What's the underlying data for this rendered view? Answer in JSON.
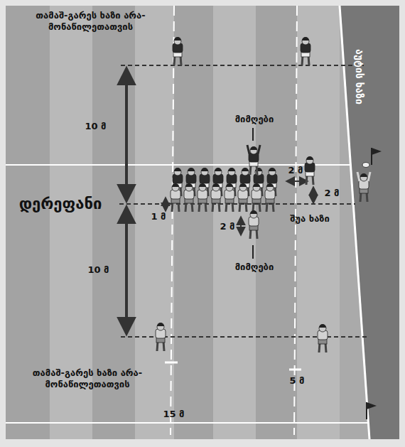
{
  "diagram": {
    "labels": [
      "თამაშ-გარეს ხაზი არა-მონაწილეთათვის",
      "10 მ",
      "მიმღები",
      "დერეფანი",
      "2 მ",
      "2 მ",
      "1 მ",
      "შუა ხაზი",
      "2 მ",
      "მიმღები",
      "10 მ",
      "აუტის ხაზი",
      "თამაშ-გარეს ხაზი არა-მონაწილეთათვის",
      "15 მ",
      "5 მ"
    ]
  }
}
